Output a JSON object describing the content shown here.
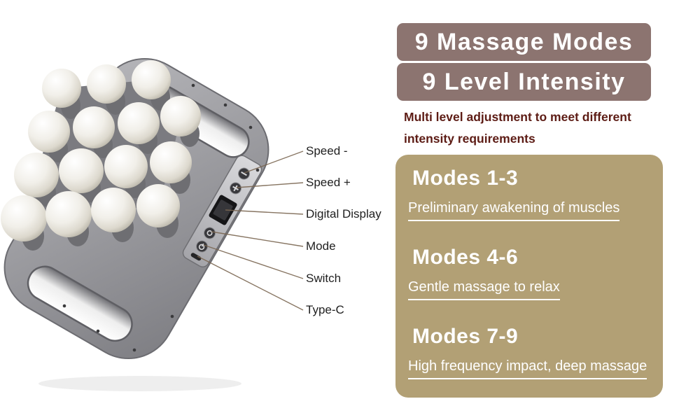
{
  "header": {
    "line1": "9 Massage Modes",
    "line2": "9 Level Intensity"
  },
  "subtitle": {
    "line1": "Multi level adjustment to meet different",
    "line2": "intensity requirements"
  },
  "modes_panel": {
    "groups": [
      {
        "title": "Modes 1-3",
        "description": "Preliminary awakening of muscles"
      },
      {
        "title": "Modes 4-6",
        "description": "Gentle massage to relax"
      },
      {
        "title": "Modes 7-9",
        "description": "High frequency impact, deep massage"
      }
    ]
  },
  "callouts": [
    "Speed -",
    "Speed +",
    "Digital Display",
    "Mode",
    "Switch",
    "Type-C"
  ],
  "colors": {
    "header_bg": "#8c7470",
    "header_text": "#ffffff",
    "subtitle_text": "#5d1c15",
    "panel_bg": "#b2a075",
    "panel_text": "#ffffff",
    "callout_text": "#1f1f1f",
    "leader_line": "#7b6752",
    "device_body": "#9a9a9e",
    "massage_ball": "#efede6"
  }
}
